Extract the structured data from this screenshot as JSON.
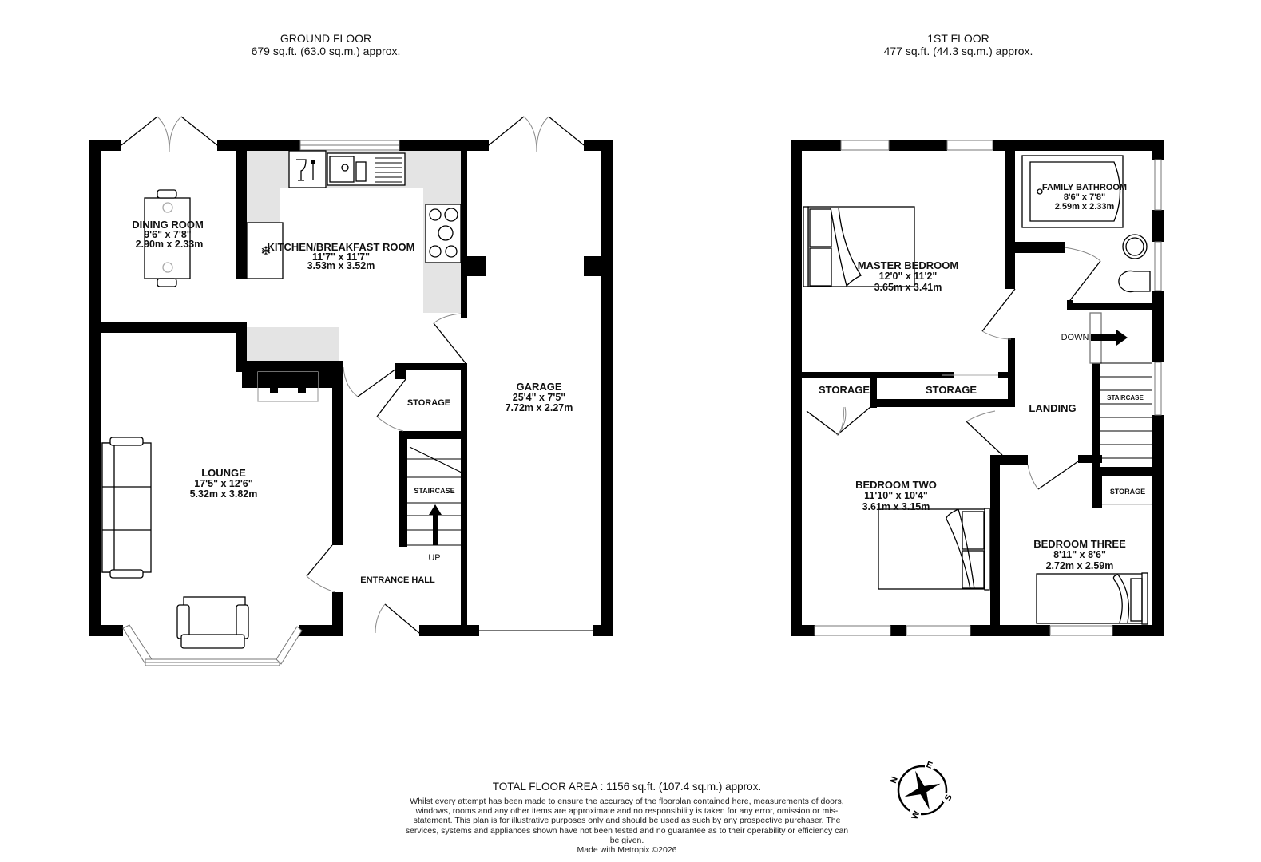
{
  "ground_floor": {
    "title": "GROUND FLOOR",
    "area": "679 sq.ft. (63.0 sq.m.) approx.",
    "rooms": {
      "dining": {
        "name": "DINING ROOM",
        "dim_imperial": "9'6\"  x 7'8\"",
        "dim_metric": "2.90m  x 2.33m"
      },
      "kitchen": {
        "name": "KITCHEN/BREAKFAST ROOM",
        "dim_imperial": "11'7\"  x 11'7\"",
        "dim_metric": "3.53m  x 3.52m"
      },
      "garage": {
        "name": "GARAGE",
        "dim_imperial": "25'4\"  x 7'5\"",
        "dim_metric": "7.72m  x 2.27m"
      },
      "lounge": {
        "name": "LOUNGE",
        "dim_imperial": "17'5\"  x 12'6\"",
        "dim_metric": "5.32m  x 3.82m"
      },
      "storage": {
        "name": "STORAGE"
      },
      "staircase": {
        "name": "STAIRCASE"
      },
      "up": {
        "name": "UP"
      },
      "entrance_hall": {
        "name": "ENTRANCE HALL"
      }
    }
  },
  "first_floor": {
    "title": "1ST FLOOR",
    "area": "477 sq.ft. (44.3 sq.m.) approx.",
    "rooms": {
      "master": {
        "name": "MASTER BEDROOM",
        "dim_imperial": "12'0\"  x 11'2\"",
        "dim_metric": "3.65m  x 3.41m"
      },
      "bathroom": {
        "name": "FAMILY BATHROOM",
        "dim_imperial": "8'6\"  x 7'8\"",
        "dim_metric": "2.59m  x 2.33m"
      },
      "storage_left": {
        "name": "STORAGE"
      },
      "storage_mid": {
        "name": "STORAGE"
      },
      "storage_right": {
        "name": "STORAGE"
      },
      "landing": {
        "name": "LANDING"
      },
      "down": {
        "name": "DOWN"
      },
      "staircase": {
        "name": "STAIRCASE"
      },
      "bedroom2": {
        "name": "BEDROOM TWO",
        "dim_imperial": "11'10\"  x 10'4\"",
        "dim_metric": "3.61m  x 3.15m"
      },
      "bedroom3": {
        "name": "BEDROOM THREE",
        "dim_imperial": "8'11\"  x 8'6\"",
        "dim_metric": "2.72m  x 2.59m"
      }
    }
  },
  "compass": {
    "n": "N",
    "e": "E",
    "s": "S",
    "w": "W"
  },
  "footer": {
    "total": "TOTAL FLOOR AREA : 1156 sq.ft. (107.4 sq.m.) approx.",
    "disclaimer": "Whilst every attempt has been made to ensure the accuracy of the floorplan contained here, measurements of doors, windows, rooms and any other items are approximate and no responsibility is taken for any error, omission or mis-statement. This plan is for illustrative purposes only and should be used as such by any prospective purchaser. The services, systems and appliances shown have not been tested and no guarantee as to their operability or efficiency can be given.",
    "credit": "Made with Metropix ©2026"
  }
}
